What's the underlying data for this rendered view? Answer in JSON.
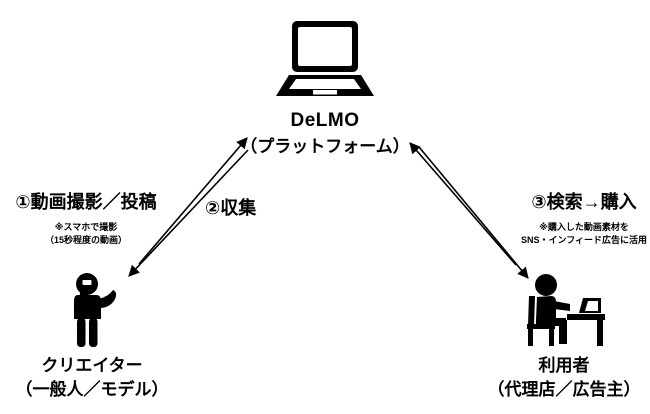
{
  "diagram": {
    "title": "DeLMO platform flow diagram",
    "background_color": "#ffffff",
    "stroke_color": "#000000"
  },
  "platform": {
    "icon": "laptop-icon",
    "title": "DeLMO",
    "subtitle": "（プラットフォーム）"
  },
  "creator": {
    "icon": "person-filming-smartphone-icon",
    "name": "クリエイター",
    "name_sub": "（一般人／モデル）"
  },
  "user": {
    "icon": "person-at-desk-laptop-icon",
    "name": "利用者",
    "name_sub": "（代理店／広告主）"
  },
  "flows": {
    "capture": {
      "label": "①動画撮影／投稿",
      "sub_line1": "※スマホで撮影",
      "sub_line2": "（15秒程度の動画）"
    },
    "collect": {
      "label": "②収集"
    },
    "purchase": {
      "label": "③検索→購入",
      "sub_line1": "※購入した動画素材を",
      "sub_line2": "SNS・インフィード広告に活用"
    }
  },
  "arrows": [
    {
      "name": "arrow-creator-to-platform",
      "direction": "up-right"
    },
    {
      "name": "arrow-platform-to-creator",
      "direction": "down-left"
    },
    {
      "name": "arrow-user-to-platform",
      "direction": "up-left"
    },
    {
      "name": "arrow-platform-to-user",
      "direction": "down-right"
    }
  ]
}
